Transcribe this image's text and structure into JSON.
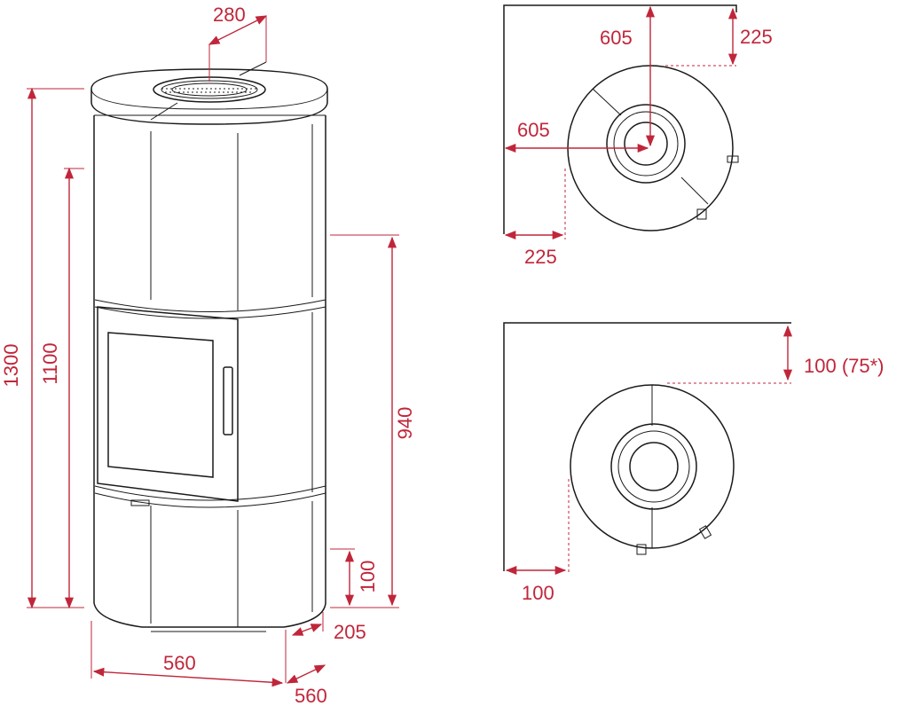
{
  "colors": {
    "dimension": "#c0263a",
    "outline": "#1a1a1a",
    "background": "#ffffff"
  },
  "front_view": {
    "top_opening_width": "280",
    "overall_height": "1300",
    "inner_height": "1100",
    "flue_height": "940",
    "outlet_height": "100",
    "outlet_depth": "205",
    "width": "560",
    "depth": "560"
  },
  "corner_view": {
    "clearance_top": "605",
    "offset_top": "225",
    "clearance_left": "605",
    "offset_left": "225"
  },
  "wall_view": {
    "clearance_top": "100 (75*)",
    "clearance_left": "100"
  }
}
